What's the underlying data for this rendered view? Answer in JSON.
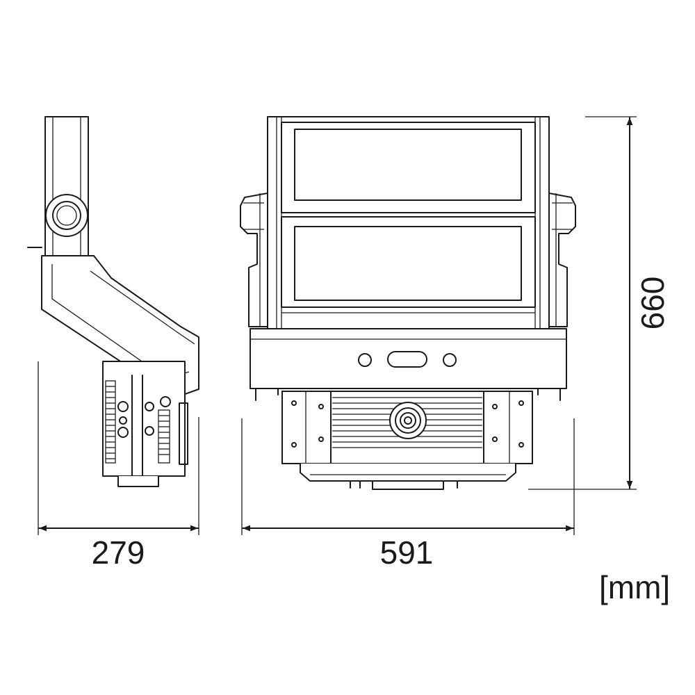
{
  "dimensions": {
    "depth": "279",
    "width": "591",
    "height": "660"
  },
  "unit_label": "[mm]"
}
